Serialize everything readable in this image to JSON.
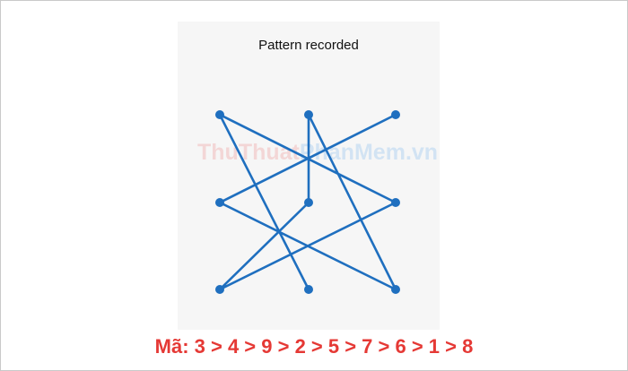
{
  "screen": {
    "title": "Pattern recorded"
  },
  "watermark": {
    "part_a": "ThuThuat",
    "part_b": "PhanMem.vn"
  },
  "pattern": {
    "grid": [
      1,
      2,
      3,
      4,
      5,
      6,
      7,
      8,
      9
    ],
    "sequence": [
      3,
      4,
      9,
      2,
      5,
      7,
      6,
      1,
      8
    ],
    "line_color": "#1f6fbf",
    "dot_color": "#1f6fbf"
  },
  "caption": {
    "text": "Mã: 3 > 4 > 9 > 2 > 5 > 7 > 6 > 1 > 8",
    "color": "#e53935"
  }
}
